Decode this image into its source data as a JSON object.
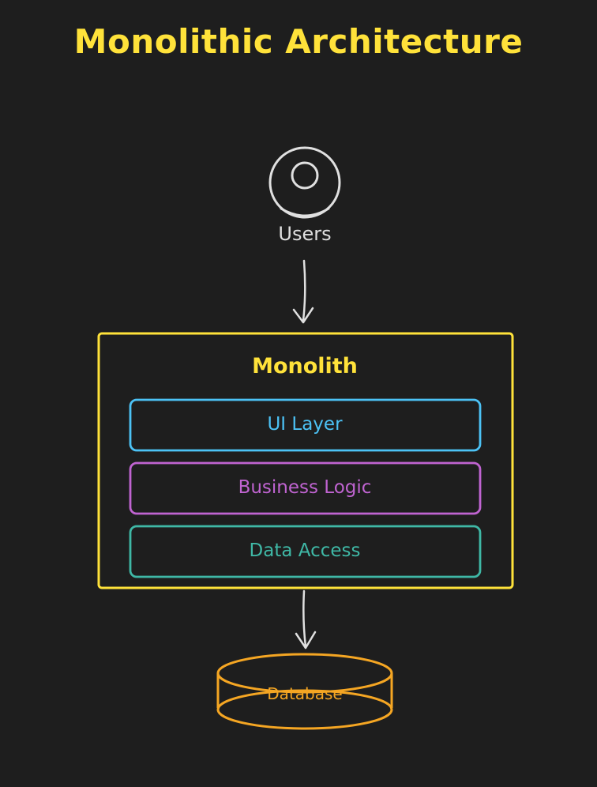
{
  "title": "Monolithic Architecture",
  "nodes": {
    "users": {
      "label": "Users",
      "icon": "user-icon"
    },
    "monolith": {
      "label": "Monolith"
    },
    "layers": [
      {
        "label": "UI Layer",
        "color": "#4cc2f5"
      },
      {
        "label": "Business Logic",
        "color": "#c064d1"
      },
      {
        "label": "Data Access",
        "color": "#3fb8a6"
      }
    ],
    "database": {
      "label": "Database",
      "icon": "database-icon"
    }
  },
  "edges": [
    {
      "from": "users",
      "to": "monolith"
    },
    {
      "from": "monolith",
      "to": "database"
    }
  ],
  "colors": {
    "background": "#1e1e1e",
    "title": "#ffe23a",
    "monolith": "#ffe23a",
    "users": "#e0e0e0",
    "arrow": "#e0e0e0",
    "database": "#f5a623"
  }
}
